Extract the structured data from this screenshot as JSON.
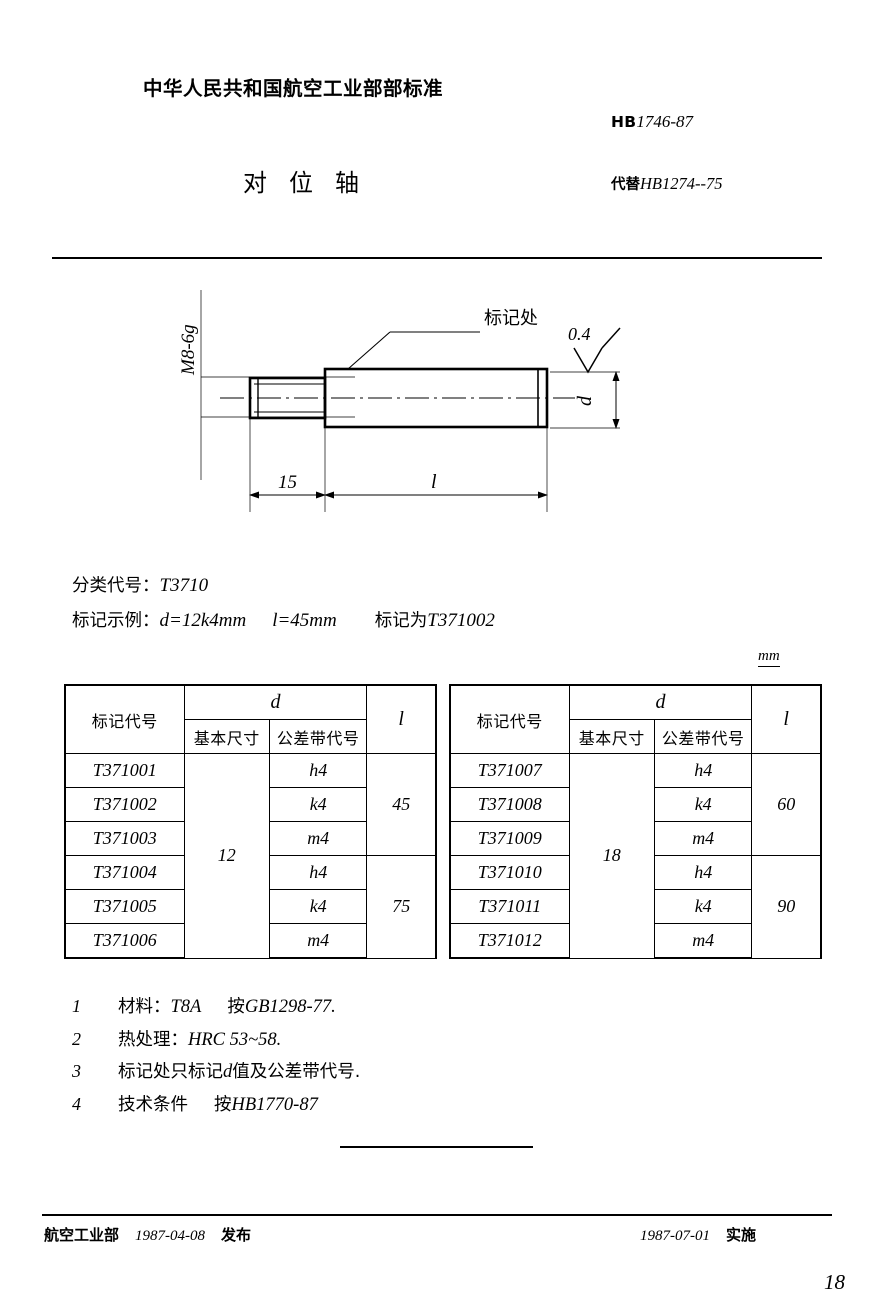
{
  "header": {
    "ministry": "中华人民共和国航空工业部部标准",
    "std_prefix": "HB",
    "std_number": "1746-87",
    "title": "对位轴",
    "replaces_label": "代替",
    "replaces_value": "HB1274--75"
  },
  "drawing": {
    "thread_label": "M8-6g",
    "mark_label": "标记处",
    "roughness": "0.4",
    "diameter_label": "d",
    "thread_length": "15",
    "body_length": "l"
  },
  "spec": {
    "class_label": "分类代号",
    "class_value": "T3710",
    "example_label": "标记示例",
    "example_d": "d=12k4mm",
    "example_l": "l=45mm",
    "example_mark_label": "标记为",
    "example_mark_value": "T371002"
  },
  "unit": "mm",
  "table": {
    "headers": {
      "code": "标记代号",
      "d": "d",
      "basic": "基本尺寸",
      "tolerance": "公差带代号",
      "length": "l"
    },
    "left": {
      "basic_size": "12",
      "rows": [
        {
          "code": "T371001",
          "tolerance": "h4",
          "length": "45"
        },
        {
          "code": "T371002",
          "tolerance": "k4",
          "length": "45"
        },
        {
          "code": "T371003",
          "tolerance": "m4",
          "length": "45"
        },
        {
          "code": "T371004",
          "tolerance": "h4",
          "length": "75"
        },
        {
          "code": "T371005",
          "tolerance": "k4",
          "length": "75"
        },
        {
          "code": "T371006",
          "tolerance": "m4",
          "length": "75"
        }
      ],
      "length_groups": [
        "45",
        "75"
      ]
    },
    "right": {
      "basic_size": "18",
      "rows": [
        {
          "code": "T371007",
          "tolerance": "h4",
          "length": "60"
        },
        {
          "code": "T371008",
          "tolerance": "k4",
          "length": "60"
        },
        {
          "code": "T371009",
          "tolerance": "m4",
          "length": "60"
        },
        {
          "code": "T371010",
          "tolerance": "h4",
          "length": "90"
        },
        {
          "code": "T371011",
          "tolerance": "k4",
          "length": "90"
        },
        {
          "code": "T371012",
          "tolerance": "m4",
          "length": "90"
        }
      ],
      "length_groups": [
        "60",
        "90"
      ]
    }
  },
  "notes": [
    {
      "num": "1",
      "cn1": "材料",
      "sep": "：",
      "val": "T8A",
      "cn2": "按",
      "val2": "GB1298-77.",
      "full": "材料：T8A  按GB1298-77."
    },
    {
      "num": "2",
      "cn1": "热处理",
      "sep": "：",
      "val": "HRC 53~58.",
      "full": "热处理：HRC 53~58."
    },
    {
      "num": "3",
      "cn1": "标记处只标记",
      "val": "d",
      "cn2": "值及公差带代号.",
      "full": "标记处只标记d值及公差带代号."
    },
    {
      "num": "4",
      "cn1": "技术条件",
      "sep": "按",
      "val": "HB1770-87",
      "full": "技术条件 按HB1770-87"
    }
  ],
  "footer": {
    "issuer": "航空工业部",
    "issue_date": "1987-04-08",
    "issue_action": "发布",
    "effective_date": "1987-07-01",
    "effective_action": "实施",
    "page_number": "18"
  }
}
